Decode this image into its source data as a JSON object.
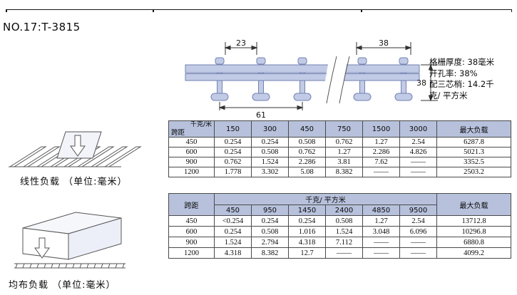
{
  "page": {
    "title": "NO.17:T-3815"
  },
  "colors": {
    "table_header": "#b7c1dc",
    "diagram_fill": "#c2cbe6"
  },
  "specs": {
    "lines": [
      "格栅厚度: 38毫米",
      "开孔率: 38%",
      "配三芯梢: 14.2千",
      "克/ 平方米"
    ]
  },
  "diagram": {
    "dim_23": "23",
    "dim_38_top": "38",
    "dim_61": "61",
    "dim_38_right": "38"
  },
  "illustrations": {
    "linear_label": "线性负载 （单位:毫米）",
    "uniform_label": "均布负载 （单位:毫米）"
  },
  "table1": {
    "corner_top": "千克/米",
    "corner_bottom": "跨距",
    "col_headers": [
      "150",
      "300",
      "450",
      "750",
      "1500",
      "3000"
    ],
    "max_header": "最大负载",
    "rows": [
      {
        "span": "450",
        "values": [
          "0.254",
          "0.254",
          "0.508",
          "0.762",
          "1.27",
          "2.54"
        ],
        "max": "6287.8"
      },
      {
        "span": "600",
        "values": [
          "0.254",
          "0.508",
          "0.762",
          "1.27",
          "2.286",
          "4.826"
        ],
        "max": "5021.3"
      },
      {
        "span": "900",
        "values": [
          "0.762",
          "1.524",
          "2.286",
          "3.81",
          "7.62",
          "——"
        ],
        "max": "3352.5"
      },
      {
        "span": "1200",
        "values": [
          "1.778",
          "3.302",
          "5.08",
          "8.382",
          "——",
          "——"
        ],
        "max": "2503.2"
      }
    ]
  },
  "table2": {
    "span_header": "跨距",
    "group_header": "千克/ 平方米",
    "col_headers": [
      "450",
      "950",
      "1450",
      "2400",
      "4850",
      "9500"
    ],
    "max_header": "最大负载",
    "rows": [
      {
        "span": "450",
        "values": [
          "<0.254",
          "0.254",
          "0.254",
          "0.508",
          "1.27",
          "2.54"
        ],
        "max": "13712.8"
      },
      {
        "span": "600",
        "values": [
          "0.254",
          "0.508",
          "1.016",
          "1.524",
          "3.048",
          "6.096"
        ],
        "max": "10296.8"
      },
      {
        "span": "900",
        "values": [
          "1.524",
          "2.794",
          "4.318",
          "7.112",
          "——",
          "——"
        ],
        "max": "6880.8"
      },
      {
        "span": "1200",
        "values": [
          "4.318",
          "8.382",
          "12.7",
          "——",
          "——",
          "——"
        ],
        "max": "4099.2"
      }
    ]
  }
}
